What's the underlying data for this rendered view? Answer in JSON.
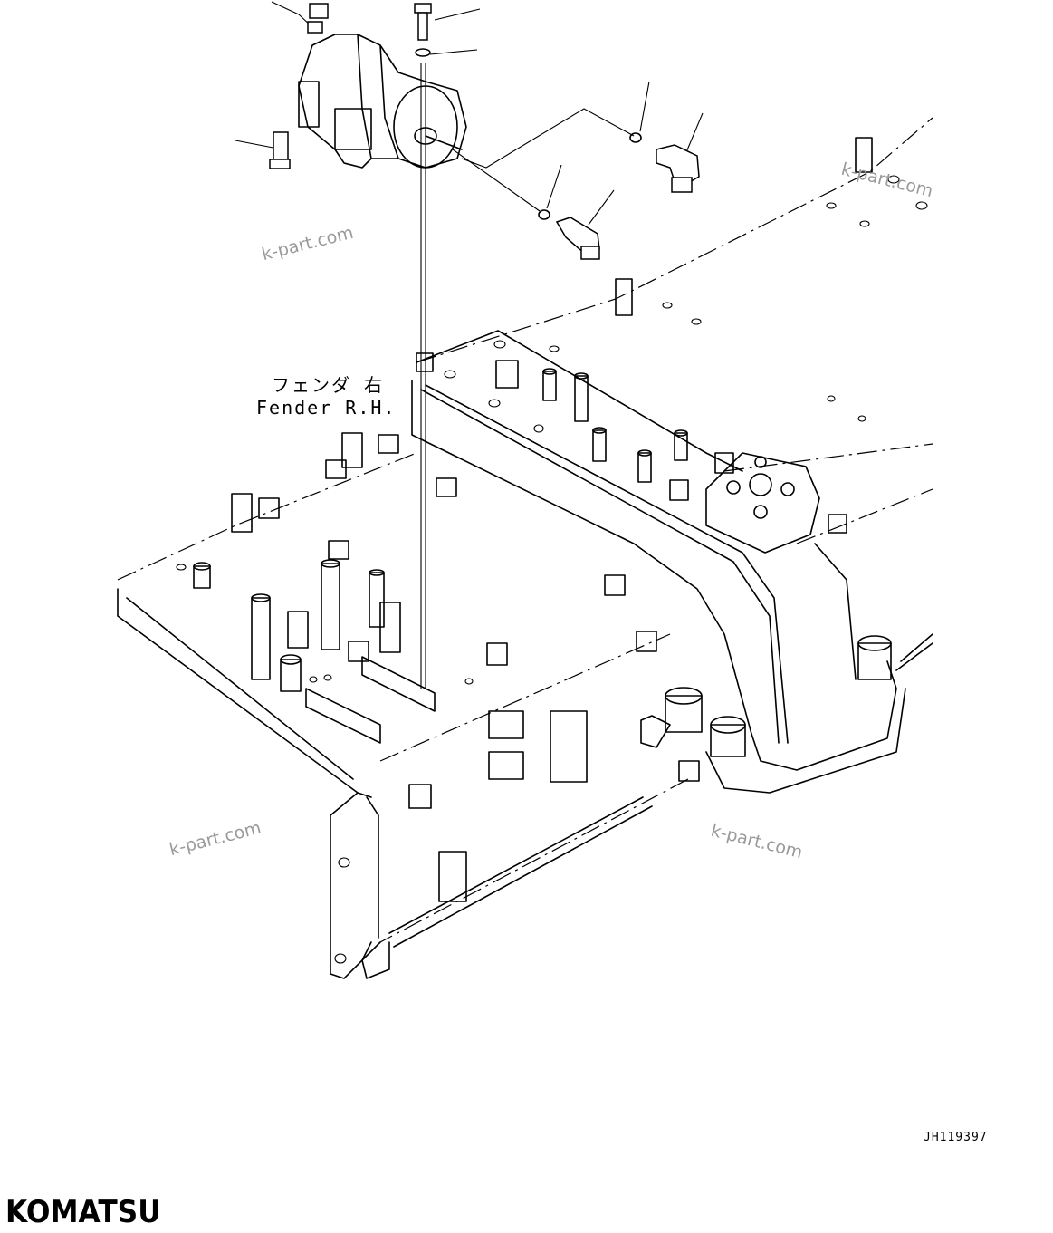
{
  "labels": {
    "fender_jp": "フェンダ 右",
    "fender_en": "Fender R.H."
  },
  "watermark_text": "k-part.com",
  "drawing_code": "JH119397",
  "brand": "KOMATSU"
}
